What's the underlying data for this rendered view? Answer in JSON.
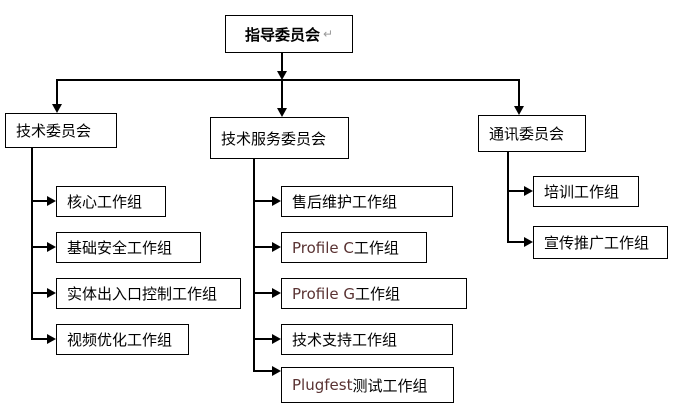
{
  "diagram": {
    "title_box": {
      "label": "指导委员会",
      "return_mark": "↵"
    },
    "committees": [
      {
        "label": "技术委员会",
        "groups": [
          {
            "label": "核心工作组"
          },
          {
            "label": "基础安全工作组"
          },
          {
            "label": "实体出入口控制工作组"
          },
          {
            "label": "视频优化工作组"
          }
        ]
      },
      {
        "label": "技术服务委员会",
        "groups": [
          {
            "label": "售后维护工作组"
          },
          {
            "label": "Profile C 工作组",
            "latin": "Profile C",
            "cn": " 工作组"
          },
          {
            "label": "Profile G 工作组",
            "latin": "Profile G",
            "cn": " 工作组"
          },
          {
            "label": "技术支持工作组"
          },
          {
            "label": "Plugfest 测试工作组",
            "latin": "Plugfest",
            "cn": " 测试工作组"
          }
        ]
      },
      {
        "label": "通讯委员会",
        "groups": [
          {
            "label": "培训工作组"
          },
          {
            "label": "宣传推广工作组"
          }
        ]
      }
    ],
    "colors": {
      "line": "#000000",
      "box_border": "#000000",
      "box_fill": "#ffffff",
      "text": "#000000",
      "latin_text": "#5a3333",
      "return_mark": "#9a9a9a"
    }
  }
}
